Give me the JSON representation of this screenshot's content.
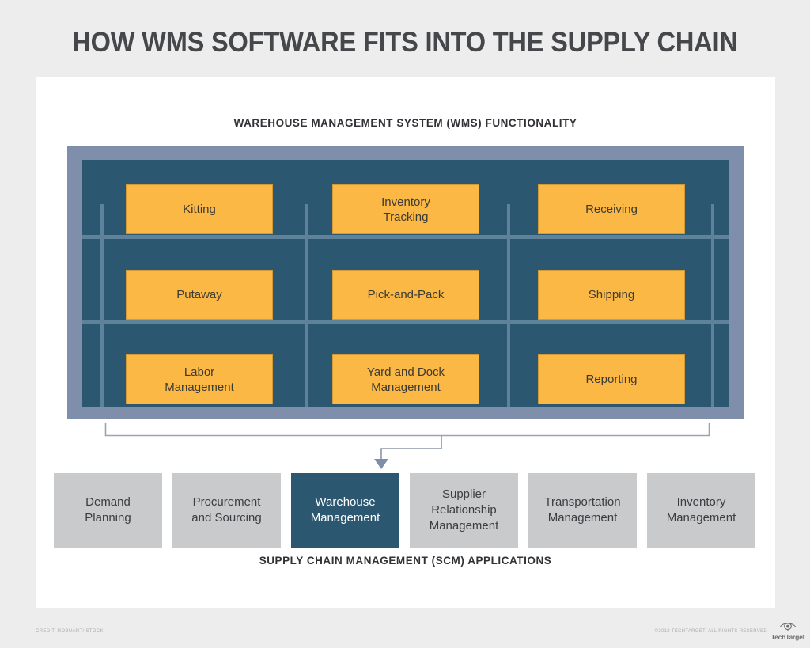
{
  "title": "HOW WMS SOFTWARE FITS INTO THE SUPPLY CHAIN",
  "sections": {
    "wms_heading": "WAREHOUSE MANAGEMENT SYSTEM (WMS) FUNCTIONALITY",
    "scm_heading": "SUPPLY CHAIN MANAGEMENT (SCM) APPLICATIONS"
  },
  "wms_functions": [
    {
      "label": "Kitting",
      "row": 0,
      "col": 0
    },
    {
      "label": "Inventory\nTracking",
      "row": 0,
      "col": 1
    },
    {
      "label": "Receiving",
      "row": 0,
      "col": 2
    },
    {
      "label": "Putaway",
      "row": 1,
      "col": 0
    },
    {
      "label": "Pick-and-Pack",
      "row": 1,
      "col": 1
    },
    {
      "label": "Shipping",
      "row": 1,
      "col": 2
    },
    {
      "label": "Labor\nManagement",
      "row": 2,
      "col": 0
    },
    {
      "label": "Yard and Dock\nManagement",
      "row": 2,
      "col": 1
    },
    {
      "label": "Reporting",
      "row": 2,
      "col": 2
    }
  ],
  "scm_applications": [
    {
      "label": "Demand\nPlanning",
      "highlighted": false
    },
    {
      "label": "Procurement\nand Sourcing",
      "highlighted": false
    },
    {
      "label": "Warehouse\nManagement",
      "highlighted": true
    },
    {
      "label": "Supplier\nRelationship\nManagement",
      "highlighted": false
    },
    {
      "label": "Transportation\nManagement",
      "highlighted": false
    },
    {
      "label": "Inventory\nManagement",
      "highlighted": false
    }
  ],
  "footer": {
    "credit": "CREDIT: ROBUART/ISTOCK",
    "copyright": "©2018 TECHTARGET. ALL RIGHTS RESERVED",
    "logo_wordmark": "TechTarget"
  },
  "colors": {
    "page_background": "#ededed",
    "card_background": "#ffffff",
    "title_text": "#45474a",
    "rack_frame": "#7f8fab",
    "rack_panel": "#2b5870",
    "rack_beam": "#5d829a",
    "function_box": "#fbb844",
    "function_box_border": "#d39a38",
    "scm_box": "#c9cacb",
    "scm_box_highlight": "#2b5870",
    "connector_line": "#8b96a8"
  }
}
